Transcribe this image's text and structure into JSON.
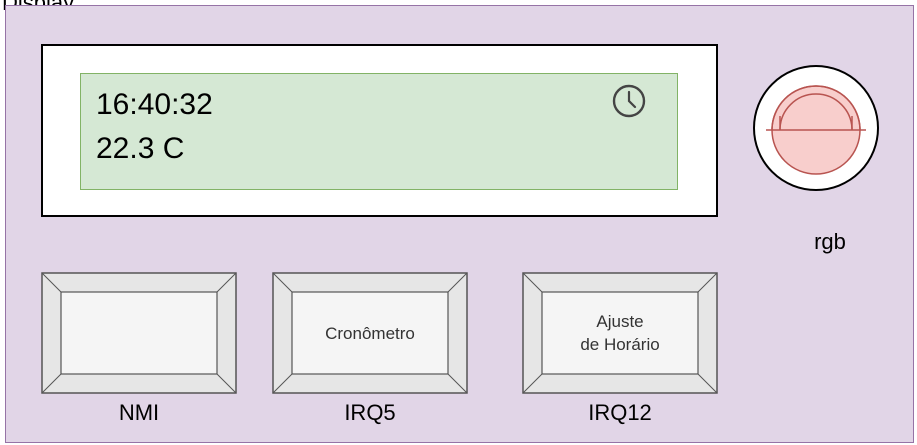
{
  "panel_title": "Display",
  "lcd": {
    "time": "16:40:32",
    "temperature": "22.3 C",
    "icon": "clock-icon"
  },
  "led": {
    "label": "rgb",
    "icon": "led-icon",
    "fill_color": "#f8cecc",
    "stroke_color": "#b85450"
  },
  "buttons": [
    {
      "face_text": "",
      "label": "NMI"
    },
    {
      "face_text": "Cronômetro",
      "label": "IRQ5"
    },
    {
      "face_text": "Ajuste\nde Horário",
      "label": "IRQ12"
    }
  ],
  "colors": {
    "panel_fill": "#e1d5e7",
    "panel_border": "#9673a6",
    "lcd_fill": "#d5e8d4",
    "lcd_border": "#82b366"
  }
}
